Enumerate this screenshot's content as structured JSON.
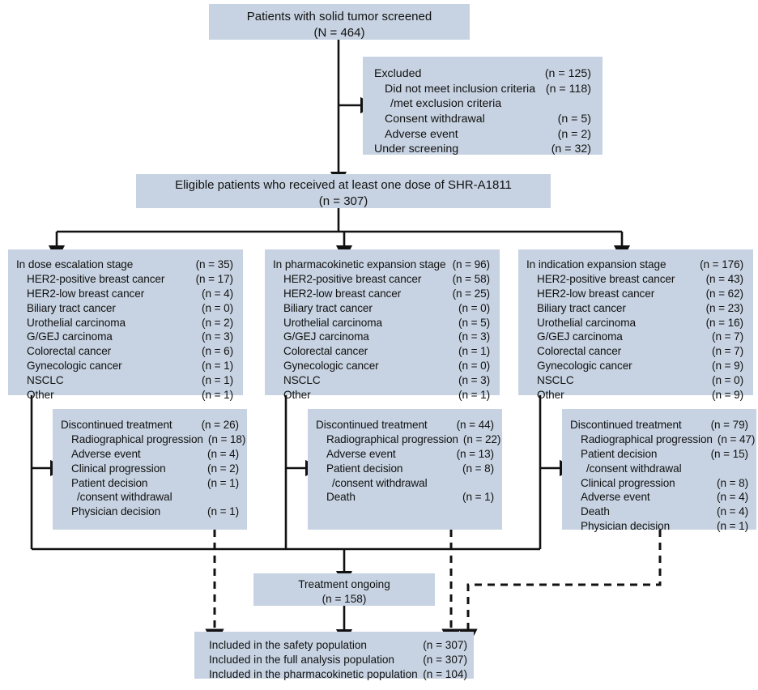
{
  "diagram": {
    "title": "CONSORT-style patient disposition flow diagram",
    "box_fill": "#c7d3e2",
    "line_color": "#111111"
  },
  "screened": {
    "line1": "Patients with solid tumor screened",
    "line2": "(N = 464)"
  },
  "excluded": {
    "rows": [
      {
        "label": "Excluded",
        "value": "(n = 125)",
        "indent": "none"
      },
      {
        "label": "Did not meet inclusion criteria",
        "value": "(n = 118)",
        "indent": "sub"
      },
      {
        "label": "/met exclusion criteria",
        "value": "",
        "indent": "cont"
      },
      {
        "label": "Consent withdrawal",
        "value": "(n = 5)",
        "indent": "sub"
      },
      {
        "label": "Adverse event",
        "value": "(n = 2)",
        "indent": "sub"
      },
      {
        "label": "Under screening",
        "value": "(n = 32)",
        "indent": "none"
      }
    ]
  },
  "eligible": {
    "line1": "Eligible patients who received at least one dose of SHR-A1811",
    "line2": "(n = 307)"
  },
  "stages": [
    {
      "name": "dose-escalation",
      "rows": [
        {
          "label": "In dose escalation stage",
          "value": "(n = 35)",
          "indent": "none"
        },
        {
          "label": "HER2-positive breast cancer",
          "value": "(n = 17)",
          "indent": "sub"
        },
        {
          "label": "HER2-low breast cancer",
          "value": "(n = 4)",
          "indent": "sub"
        },
        {
          "label": "Biliary tract cancer",
          "value": "(n = 0)",
          "indent": "sub"
        },
        {
          "label": "Urothelial carcinoma",
          "value": "(n = 2)",
          "indent": "sub"
        },
        {
          "label": "G/GEJ carcinoma",
          "value": "(n = 3)",
          "indent": "sub"
        },
        {
          "label": "Colorectal cancer",
          "value": "(n = 6)",
          "indent": "sub"
        },
        {
          "label": "Gynecologic cancer",
          "value": "(n = 1)",
          "indent": "sub"
        },
        {
          "label": "NSCLC",
          "value": "(n = 1)",
          "indent": "sub"
        },
        {
          "label": "Other",
          "value": "(n = 1)",
          "indent": "sub"
        }
      ]
    },
    {
      "name": "pharmacokinetic-expansion",
      "rows": [
        {
          "label": "In pharmacokinetic expansion stage",
          "value": "(n = 96)",
          "indent": "none"
        },
        {
          "label": "HER2-positive breast cancer",
          "value": "(n = 58)",
          "indent": "sub"
        },
        {
          "label": "HER2-low breast cancer",
          "value": "(n = 25)",
          "indent": "sub"
        },
        {
          "label": "Biliary tract cancer",
          "value": "(n = 0)",
          "indent": "sub"
        },
        {
          "label": "Urothelial carcinoma",
          "value": "(n = 5)",
          "indent": "sub"
        },
        {
          "label": "G/GEJ carcinoma",
          "value": "(n = 3)",
          "indent": "sub"
        },
        {
          "label": "Colorectal cancer",
          "value": "(n = 1)",
          "indent": "sub"
        },
        {
          "label": "Gynecologic cancer",
          "value": "(n = 0)",
          "indent": "sub"
        },
        {
          "label": "NSCLC",
          "value": "(n = 3)",
          "indent": "sub"
        },
        {
          "label": "Other",
          "value": "(n = 1)",
          "indent": "sub"
        }
      ]
    },
    {
      "name": "indication-expansion",
      "rows": [
        {
          "label": "In indication expansion stage",
          "value": "(n = 176)",
          "indent": "none"
        },
        {
          "label": "HER2-positive breast cancer",
          "value": "(n = 43)",
          "indent": "sub"
        },
        {
          "label": "HER2-low breast cancer",
          "value": "(n = 62)",
          "indent": "sub"
        },
        {
          "label": "Biliary tract cancer",
          "value": "(n = 23)",
          "indent": "sub"
        },
        {
          "label": "Urothelial carcinoma",
          "value": "(n = 16)",
          "indent": "sub"
        },
        {
          "label": "G/GEJ carcinoma",
          "value": "(n = 7)",
          "indent": "sub"
        },
        {
          "label": "Colorectal cancer",
          "value": "(n = 7)",
          "indent": "sub"
        },
        {
          "label": "Gynecologic cancer",
          "value": "(n = 9)",
          "indent": "sub"
        },
        {
          "label": "NSCLC",
          "value": "(n = 0)",
          "indent": "sub"
        },
        {
          "label": "Other",
          "value": "(n = 9)",
          "indent": "sub"
        }
      ]
    }
  ],
  "discontinued": [
    {
      "name": "discontinued-dose-escalation",
      "rows": [
        {
          "label": "Discontinued treatment",
          "value": "(n = 26)",
          "indent": "none"
        },
        {
          "label": "Radiographical progression",
          "value": "(n = 18)",
          "indent": "sub"
        },
        {
          "label": "Adverse event",
          "value": "(n = 4)",
          "indent": "sub"
        },
        {
          "label": "Clinical progression",
          "value": "(n = 2)",
          "indent": "sub"
        },
        {
          "label": "Patient decision",
          "value": "(n = 1)",
          "indent": "sub"
        },
        {
          "label": "/consent withdrawal",
          "value": "",
          "indent": "cont"
        },
        {
          "label": "Physician decision",
          "value": "(n = 1)",
          "indent": "sub"
        }
      ]
    },
    {
      "name": "discontinued-pharmacokinetic-expansion",
      "rows": [
        {
          "label": "Discontinued treatment",
          "value": "(n = 44)",
          "indent": "none"
        },
        {
          "label": "Radiographical progression",
          "value": "(n = 22)",
          "indent": "sub"
        },
        {
          "label": "Adverse event",
          "value": "(n = 13)",
          "indent": "sub"
        },
        {
          "label": "Patient decision",
          "value": "(n = 8)",
          "indent": "sub"
        },
        {
          "label": "/consent withdrawal",
          "value": "",
          "indent": "cont"
        },
        {
          "label": "Death",
          "value": "(n = 1)",
          "indent": "sub"
        }
      ]
    },
    {
      "name": "discontinued-indication-expansion",
      "rows": [
        {
          "label": "Discontinued treatment",
          "value": "(n = 79)",
          "indent": "none"
        },
        {
          "label": "Radiographical progression",
          "value": "(n = 47)",
          "indent": "sub"
        },
        {
          "label": "Patient decision",
          "value": "(n = 15)",
          "indent": "sub"
        },
        {
          "label": "/consent withdrawal",
          "value": "",
          "indent": "cont"
        },
        {
          "label": "Clinical progression",
          "value": "(n = 8)",
          "indent": "sub"
        },
        {
          "label": "Adverse event",
          "value": "(n = 4)",
          "indent": "sub"
        },
        {
          "label": "Death",
          "value": "(n = 4)",
          "indent": "sub"
        },
        {
          "label": "Physician decision",
          "value": "(n = 1)",
          "indent": "sub"
        }
      ]
    }
  ],
  "ongoing": {
    "line1": "Treatment ongoing",
    "line2": "(n = 158)"
  },
  "populations": {
    "rows": [
      {
        "label": "Included in the safety population",
        "value": "(n = 307)"
      },
      {
        "label": "Included in the full analysis population",
        "value": "(n = 307)"
      },
      {
        "label": "Included in the pharmacokinetic population",
        "value": "(n = 104)"
      }
    ]
  }
}
